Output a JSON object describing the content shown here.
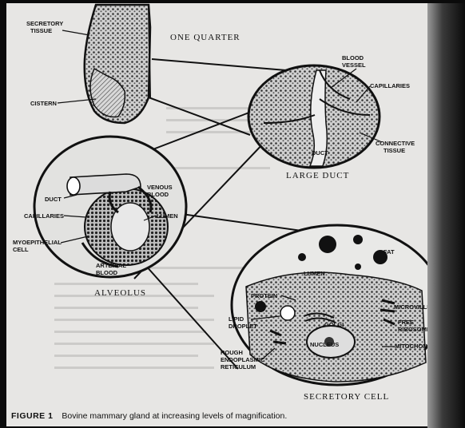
{
  "figure": {
    "caption_label": "FIGURE 1",
    "caption_text": "Bovine mammary gland at increasing levels of magnification."
  },
  "panels": {
    "quarter": {
      "title": "ONE QUARTER",
      "labels": {
        "secretory_tissue_1": "SECRETORY",
        "secretory_tissue_2": "TISSUE",
        "cistern": "CISTERN"
      }
    },
    "large_duct": {
      "title": "LARGE DUCT",
      "labels": {
        "blood_vessel_1": "BLOOD",
        "blood_vessel_2": "VESSEL",
        "capillaries": "CAPILLARIES",
        "connective_1": "CONNECTIVE",
        "connective_2": "TISSUE",
        "duct": "DUCT"
      }
    },
    "alveolus": {
      "title": "ALVEOLUS",
      "labels": {
        "duct": "DUCT",
        "venous_1": "VENOUS",
        "venous_2": "BLOOD",
        "capillaries": "CAPILLARIES",
        "lumen": "LUMEN",
        "myo_1": "MYOEPITHELIAL",
        "myo_2": "CELL",
        "arterial_1": "ARTERIAL",
        "arterial_2": "BLOOD"
      }
    },
    "secretory_cell": {
      "title": "SECRETORY CELL",
      "labels": {
        "fat": "FAT",
        "lumen": "LUMEN",
        "protein": "PROTEIN",
        "microvilli": "MICROVILLI",
        "free_ribo_1": "FREE",
        "free_ribo_2": "RIBOSOMES",
        "golgi": "GOLGI",
        "lipid_1": "LIPID",
        "lipid_2": "DROPLET",
        "nucleus": "NUCLEUS",
        "mito": "MITOCHONDRION",
        "rer_1": "ROUGH",
        "rer_2": "ENDOPLASMIC",
        "rer_3": "RETICULUM"
      }
    }
  }
}
